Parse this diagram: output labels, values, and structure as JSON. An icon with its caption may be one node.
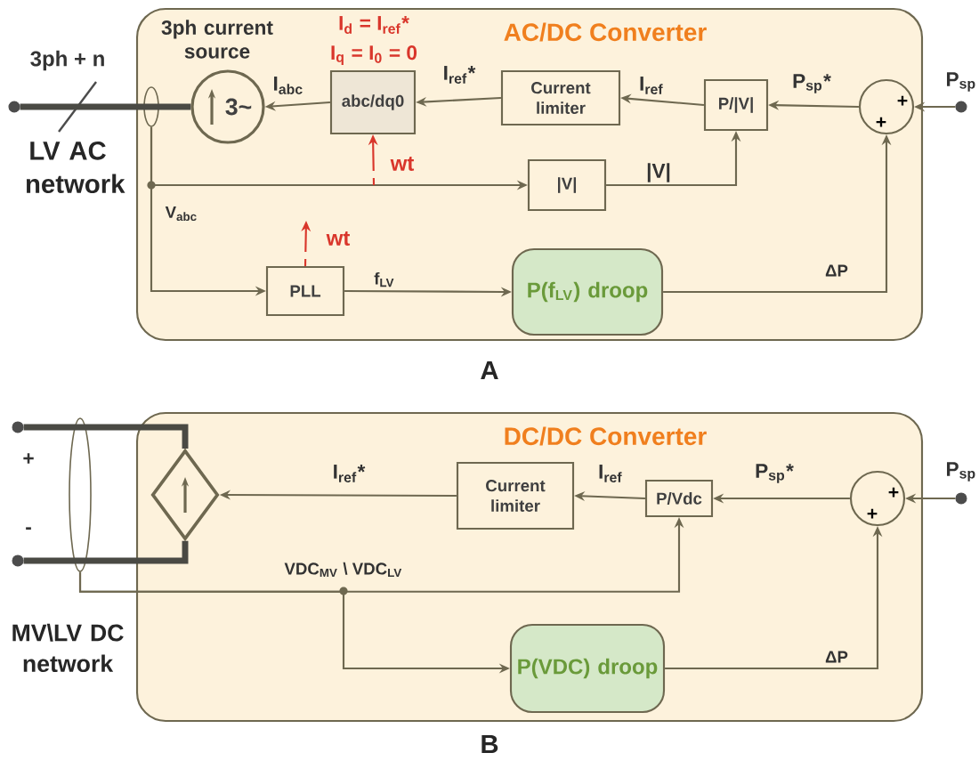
{
  "diagram": {
    "nodes": [
      {
        "text": [
          "AC/DC Converter"
        ]
      },
      {
        "text": [
          "3~"
        ],
        "beside": [
          "3ph current source"
        ],
        "in": 0
      },
      {
        "text": [
          "abc/dq0"
        ],
        "beside": [
          "I$_{d}$ = I$_{ref}$*",
          "I$_{q}$ =  I$_{0}$ = 0"
        ],
        "in": 0
      },
      {
        "text": [
          "Current limiter"
        ],
        "in": 0
      },
      {
        "text": [
          "P/|V|"
        ],
        "in": 0
      },
      {
        "text": [
          "+",
          "+"
        ],
        "in": 0
      },
      {
        "text": [
          "|V|"
        ],
        "in": 0
      },
      {
        "text": [
          "PLL"
        ],
        "in": 0
      },
      {
        "text": [
          "P(f$_{LV}$) droop"
        ],
        "in": 0
      },
      {
        "text": [],
        "shape": "circle"
      },
      {
        "text": [],
        "shape": "circle",
        "beside": [
          "P$_{sp}$"
        ]
      },
      {
        "text": [],
        "shape": "ellipse",
        "in": 0
      },
      {
        "text": [
          "DC/DC Converter"
        ]
      },
      {
        "text": [],
        "shape": "diamond",
        "in": 12
      },
      {
        "text": [
          "Current limiter"
        ],
        "in": 12
      },
      {
        "text": [
          "P/Vdc"
        ],
        "in": 12
      },
      {
        "text": [
          "+",
          "+"
        ],
        "in": 12
      },
      {
        "text": [
          "P(VDC) droop"
        ],
        "in": 12
      },
      {
        "text": [],
        "shape": "circle",
        "beside": [
          "+"
        ]
      },
      {
        "text": [],
        "shape": "circle",
        "beside": [
          "-"
        ]
      },
      {
        "text": [],
        "shape": "ellipse"
      },
      {
        "text": [],
        "shape": "circle",
        "beside": [
          "P$_{sp}$"
        ]
      }
    ],
    "edges": [
      {
        "from": 9,
        "to": 1,
        "arrow": "none",
        "label": "3ph + n",
        "style": "thick",
        "color": "#4a4a44"
      },
      {
        "from": 2,
        "to": 1,
        "arrow": "to",
        "label": "I$_{abc}$"
      },
      {
        "from": 3,
        "to": 2,
        "arrow": "to",
        "label": "I$_{ref}$*"
      },
      {
        "from": 4,
        "to": 3,
        "arrow": "to",
        "label": "I$_{ref}$"
      },
      {
        "from": 5,
        "to": 4,
        "arrow": "to",
        "label": "P$_{sp}$*"
      },
      {
        "from": 10,
        "to": 5,
        "arrow": "to"
      },
      {
        "from": 6,
        "to": 4,
        "arrow": "to",
        "label": "|V|"
      },
      {
        "from": 11,
        "to": 6,
        "arrow": "to",
        "label": "V$_{abc}$"
      },
      {
        "from": 11,
        "to": 7,
        "arrow": "to"
      },
      {
        "from": 7,
        "to": 8,
        "arrow": "to",
        "label": "f$_{LV}$"
      },
      {
        "from": 8,
        "to": 5,
        "arrow": "to",
        "label": "ΔP"
      },
      {
        "from": null,
        "to": 2,
        "arrow": "to",
        "label": "wt",
        "style": "dashed",
        "color": "#d9362b"
      },
      {
        "from": 7,
        "to": null,
        "arrow": "to",
        "label": "wt",
        "style": "dashed",
        "color": "#d9362b"
      },
      {
        "from": 18,
        "to": 13,
        "arrow": "none",
        "style": "thick",
        "color": "#4a4a44"
      },
      {
        "from": 19,
        "to": 13,
        "arrow": "none",
        "style": "thick",
        "color": "#4a4a44"
      },
      {
        "from": 14,
        "to": 13,
        "arrow": "to",
        "label": "I$_{ref}$*"
      },
      {
        "from": 15,
        "to": 14,
        "arrow": "to",
        "label": "I$_{ref}$"
      },
      {
        "from": 16,
        "to": 15,
        "arrow": "to",
        "label": "P$_{sp}$*"
      },
      {
        "from": 21,
        "to": 16,
        "arrow": "to"
      },
      {
        "from": 20,
        "to": 15,
        "arrow": "to",
        "label": "VDC$_{MV}$ \\ VDC$_{LV}$"
      },
      {
        "from": 20,
        "to": 17,
        "arrow": "to"
      },
      {
        "from": 17,
        "to": 16,
        "arrow": "to",
        "label": "ΔP"
      }
    ],
    "labels": [
      "LV AC network",
      "A",
      "MV\\LV DC network",
      "B"
    ]
  }
}
